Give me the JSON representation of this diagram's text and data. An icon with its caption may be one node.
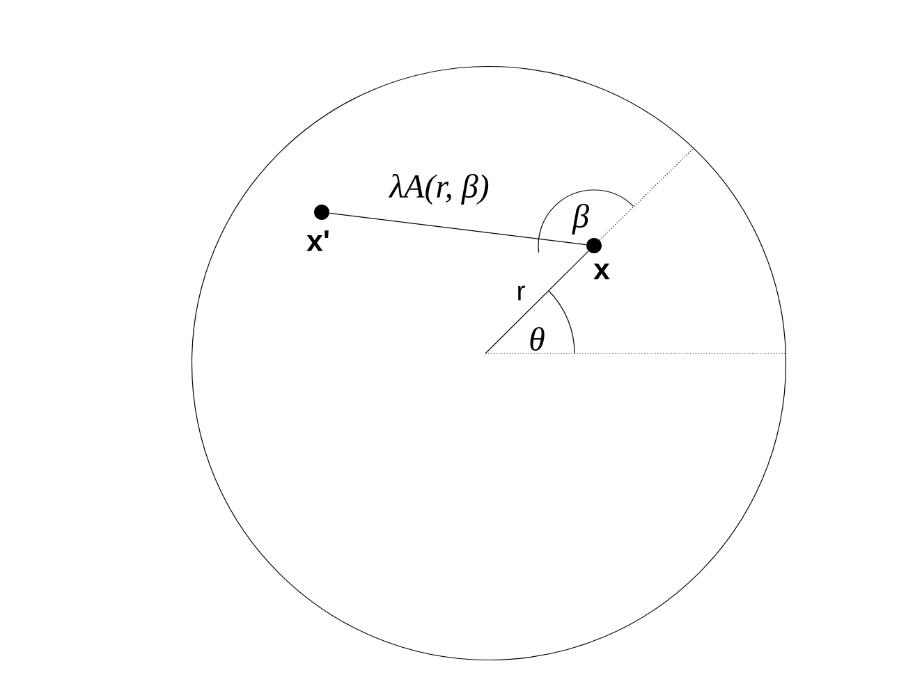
{
  "diagram": {
    "nodes": [
      {
        "text": [],
        "shape": "circle"
      },
      {
        "text": [],
        "shape": "dot",
        "beside": [
          "x'"
        ],
        "in": 0
      },
      {
        "text": [],
        "shape": "dot",
        "beside": [
          "x"
        ],
        "in": 0
      }
    ],
    "edges": [
      {
        "from": 1,
        "to": 2,
        "arrow": "none",
        "label": "λA(r, β)"
      },
      {
        "from": null,
        "to": 2,
        "arrow": "none",
        "label": "r"
      },
      {
        "from": null,
        "to": 0,
        "arrow": "none",
        "style": "dashed"
      }
    ],
    "labels": [
      "β",
      "θ"
    ]
  }
}
